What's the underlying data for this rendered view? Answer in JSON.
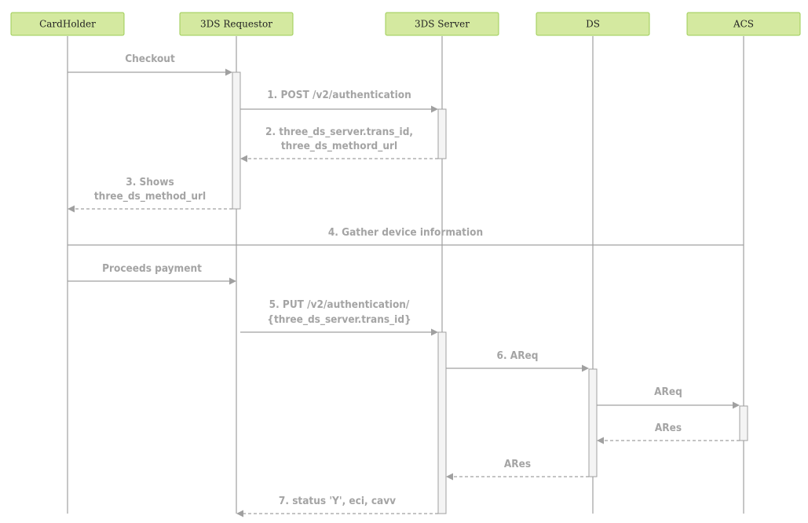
{
  "actors": [
    {
      "id": "cardholder",
      "label": "CardHolder"
    },
    {
      "id": "requestor",
      "label": "3DS Requestor"
    },
    {
      "id": "server",
      "label": "3DS Server"
    },
    {
      "id": "ds",
      "label": "DS"
    },
    {
      "id": "acs",
      "label": "ACS"
    }
  ],
  "messages": [
    {
      "id": "checkout",
      "from": "cardholder",
      "to": "requestor",
      "lines": [
        "Checkout"
      ],
      "dashed": false
    },
    {
      "id": "post-auth",
      "from": "requestor",
      "to": "server",
      "lines": [
        "1. POST /v2/authentication"
      ],
      "dashed": false
    },
    {
      "id": "trans-id-reply",
      "from": "server",
      "to": "requestor",
      "lines": [
        "2. three_ds_server.trans_id,",
        "three_ds_methord_url"
      ],
      "dashed": true
    },
    {
      "id": "shows-method-url",
      "from": "requestor",
      "to": "cardholder",
      "lines": [
        "3. Shows",
        "three_ds_method_url"
      ],
      "dashed": true
    },
    {
      "id": "gather-device-info",
      "from": "cardholder",
      "to": "acs",
      "lines": [
        "4. Gather device information"
      ],
      "dashed": false,
      "arrow": false
    },
    {
      "id": "proceeds-payment",
      "from": "cardholder",
      "to": "requestor",
      "lines": [
        "Proceeds payment"
      ],
      "dashed": false
    },
    {
      "id": "put-auth",
      "from": "requestor",
      "to": "server",
      "lines": [
        "5. PUT /v2/authentication/",
        "{three_ds_server.trans_id}"
      ],
      "dashed": false
    },
    {
      "id": "areq-server-ds",
      "from": "server",
      "to": "ds",
      "lines": [
        "6. AReq"
      ],
      "dashed": false
    },
    {
      "id": "areq-ds-acs",
      "from": "ds",
      "to": "acs",
      "lines": [
        "AReq"
      ],
      "dashed": false
    },
    {
      "id": "ares-acs-ds",
      "from": "acs",
      "to": "ds",
      "lines": [
        "ARes"
      ],
      "dashed": true
    },
    {
      "id": "ares-ds-server",
      "from": "ds",
      "to": "server",
      "lines": [
        "ARes"
      ],
      "dashed": true
    },
    {
      "id": "status-reply",
      "from": "server",
      "to": "requestor",
      "lines": [
        "7. status 'Y', eci, cavv"
      ],
      "dashed": true
    }
  ],
  "colors": {
    "actor_fill": "#d4e9a0",
    "actor_border": "#9ccc55",
    "line": "#a0a0a0",
    "label": "#a4a4a4",
    "activation_fill": "#f4f4f4"
  }
}
